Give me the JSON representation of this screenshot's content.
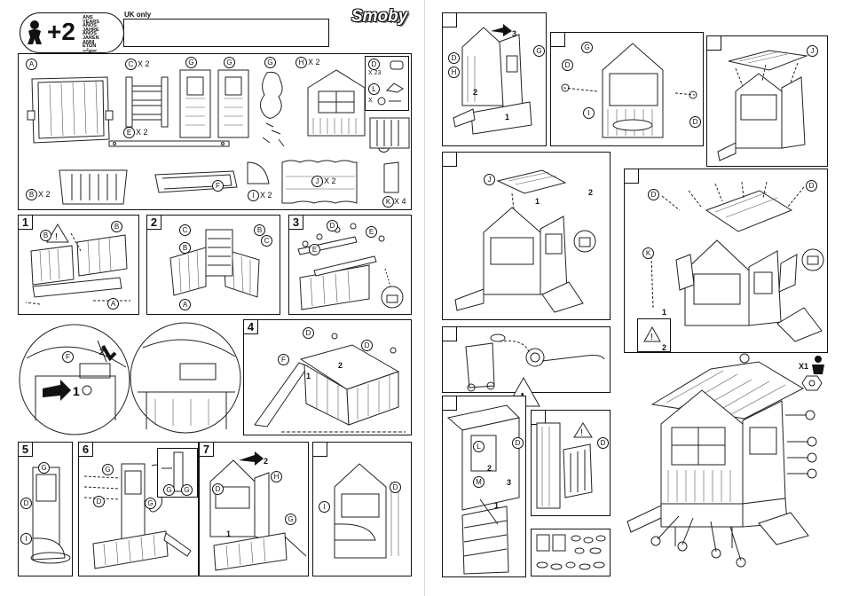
{
  "header": {
    "age_badge": "+2",
    "age_words": [
      "ANS",
      "YEARS",
      "AÑOS",
      "JAHRE",
      "ANOS",
      "JAREN",
      "ANNI",
      "ΕΤΩΝ",
      "سنوات"
    ],
    "uk_only": "UK only",
    "brand": "Smoby"
  },
  "parts": {
    "A": "A",
    "B": "B",
    "B_qty": "X 2",
    "C": "C",
    "C_qty": "X 2",
    "D": "D",
    "D_qty": "X 23",
    "E": "E",
    "E_qty": "X 2",
    "F": "F",
    "G": "G",
    "H": "H",
    "H_qty": "X 2",
    "I": "I",
    "I_qty": "X 2",
    "J": "J",
    "J_qty": "X 2",
    "K": "K",
    "K_qty": "X 4",
    "L": "L",
    "M": "M",
    "X": "X"
  },
  "steps": {
    "s1": "1",
    "s2": "2",
    "s3": "3",
    "s4": "4",
    "s5": "5",
    "s6": "6",
    "s7": "7",
    "s8": "",
    "s9": "",
    "s10": "",
    "s11": "",
    "s12": "",
    "s13": "",
    "s14": "",
    "s15": "",
    "s16": ""
  },
  "arrows": {
    "one": "1",
    "two": "2",
    "three": "3"
  },
  "final": {
    "children_qty": "X1"
  }
}
